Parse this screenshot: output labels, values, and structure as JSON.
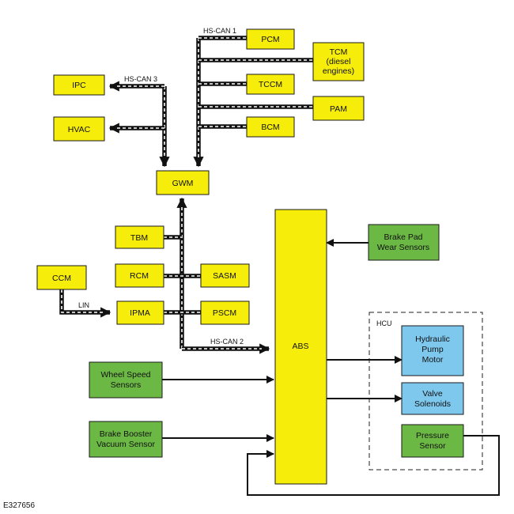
{
  "modules": {
    "pcm": "PCM",
    "tcm": [
      "TCM",
      "(diesel",
      "engines)"
    ],
    "ipc": "IPC",
    "tccm": "TCCM",
    "pam": "PAM",
    "hvac": "HVAC",
    "bcm": "BCM",
    "gwm": "GWM",
    "tbm": "TBM",
    "ccm": "CCM",
    "rcm": "RCM",
    "sasm": "SASM",
    "ipma": "IPMA",
    "pscm": "PSCM",
    "abs": "ABS",
    "brake_pad": [
      "Brake Pad",
      "Wear Sensors"
    ],
    "wheel_speed": [
      "Wheel Speed",
      "Sensors"
    ],
    "brake_booster": [
      "Brake Booster",
      "Vacuum Sensor"
    ],
    "hydraulic_pump": [
      "Hydraulic",
      "Pump",
      "Motor"
    ],
    "valve_solenoids": [
      "Valve",
      "Solenoids"
    ],
    "pressure_sensor": [
      "Pressure",
      "Sensor"
    ]
  },
  "bus_labels": {
    "hs_can_1": "HS-CAN 1",
    "hs_can_2": "HS-CAN 2",
    "hs_can_3": "HS-CAN 3",
    "lin": "LIN"
  },
  "group_label": "HCU",
  "figure_id": "E327656",
  "colors": {
    "module_yellow": "#f6ed0b",
    "sensor_green": "#6cb845",
    "actuator_blue": "#7ec8ee"
  }
}
